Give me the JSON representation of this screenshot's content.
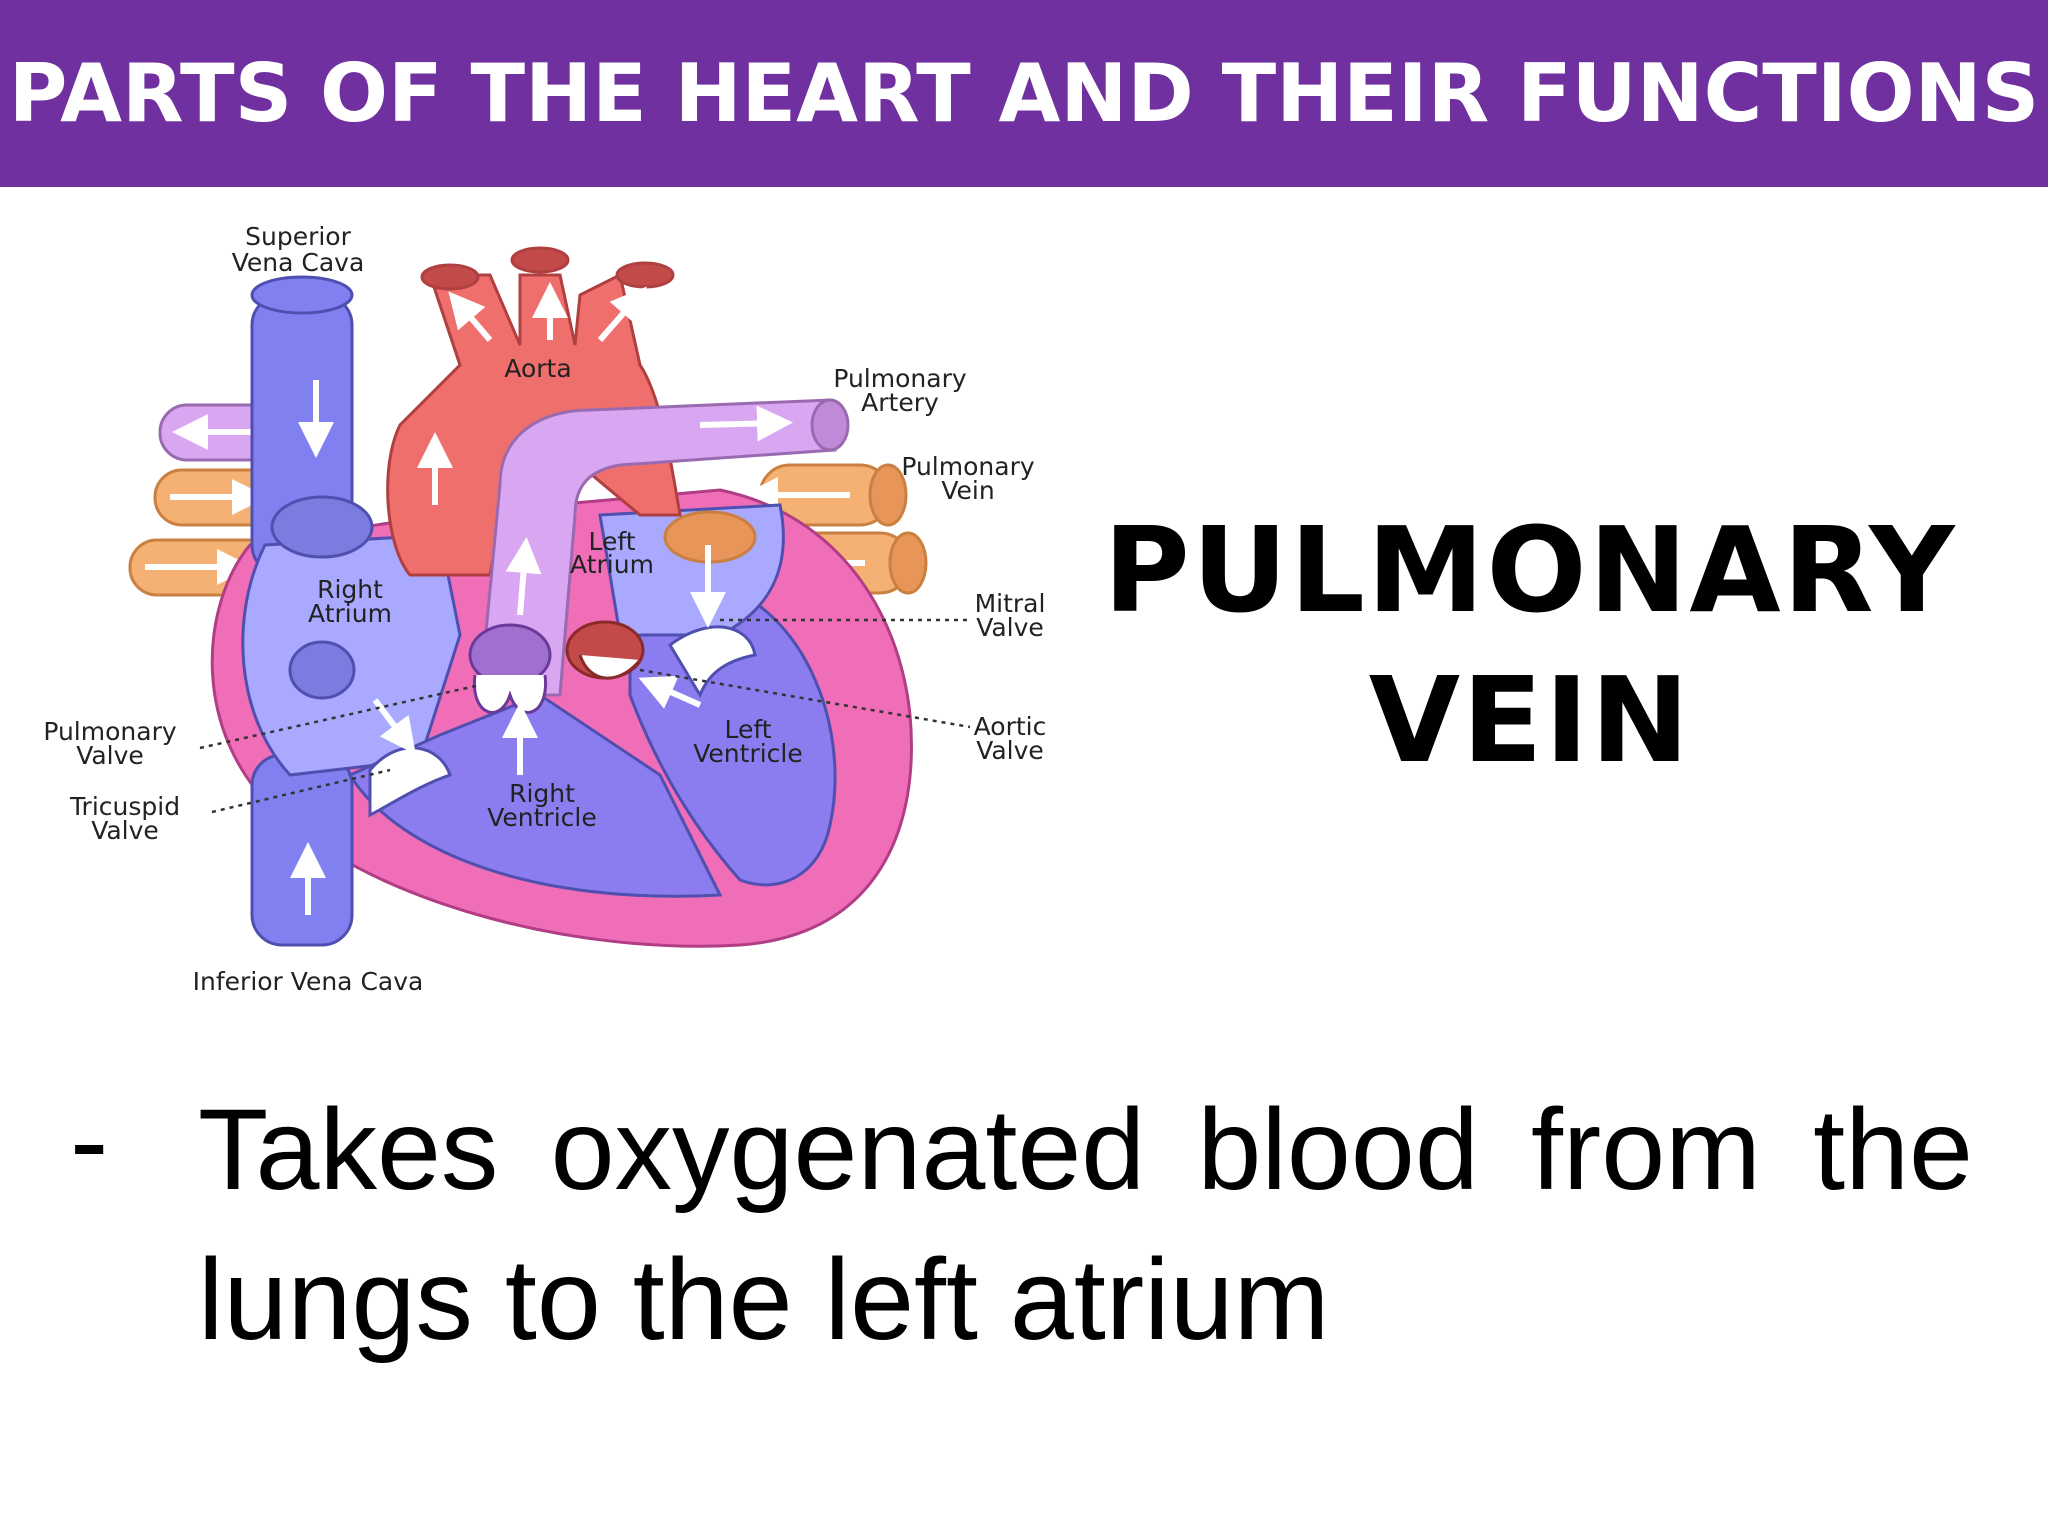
{
  "header": {
    "title": "PARTS OF THE HEART AND THEIR FUNCTIONS"
  },
  "colors": {
    "header_bg": "#7030a0",
    "header_text": "#ffffff",
    "aorta": "#ef6f6c",
    "vena_cava": "#8080f0",
    "pulmonary_artery": "#d9a6f2",
    "pulmonary_vein": "#f5b074",
    "heart_wall": "#f06eb8"
  },
  "diagram": {
    "labels": {
      "superior_vena_cava": [
        "Superior",
        "Vena Cava"
      ],
      "aorta": "Aorta",
      "pulmonary_artery": [
        "Pulmonary",
        "Artery"
      ],
      "pulmonary_vein": [
        "Pulmonary",
        "Vein"
      ],
      "left_atrium": [
        "Left",
        "Atrium"
      ],
      "right_atrium": [
        "Right",
        "Atrium"
      ],
      "mitral_valve": [
        "Mitral",
        "Valve"
      ],
      "aortic_valve": [
        "Aortic",
        "Valve"
      ],
      "pulmonary_valve": [
        "Pulmonary",
        "Valve"
      ],
      "tricuspid_valve": [
        "Tricuspid",
        "Valve"
      ],
      "left_ventricle": [
        "Left",
        "Ventricle"
      ],
      "right_ventricle": [
        "Right",
        "Ventricle"
      ],
      "inferior_vena_cava": "Inferior Vena Cava"
    }
  },
  "part": {
    "title_line1": "PULMONARY",
    "title_line2": "VEIN"
  },
  "description": {
    "bullet": "-",
    "text": "Takes oxygenated blood from the lungs to the left atrium"
  }
}
